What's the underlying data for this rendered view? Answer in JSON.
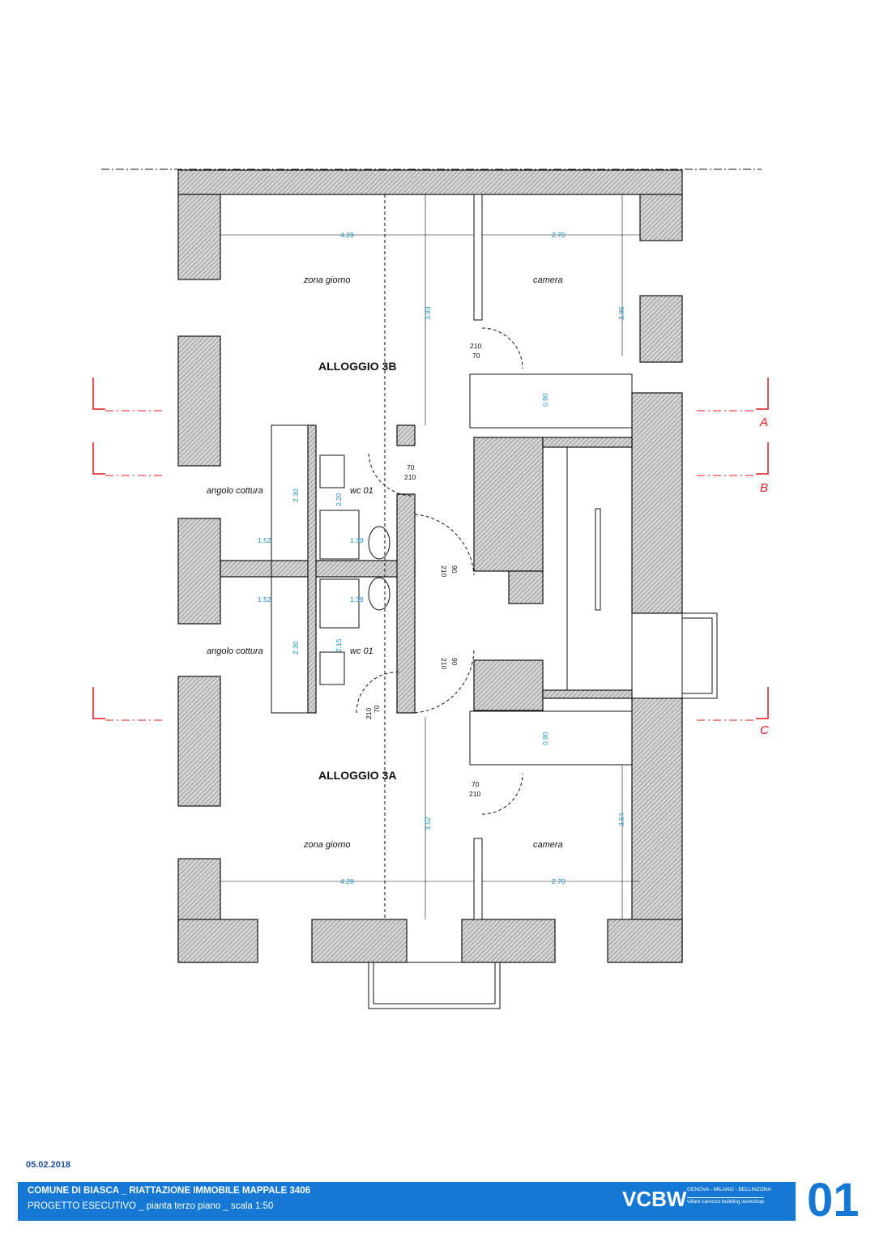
{
  "plan": {
    "units": [
      "ALLOGGIO 3B",
      "ALLOGGIO 3A"
    ],
    "rooms": {
      "zona_giorno": "zona giorno",
      "camera": "camera",
      "angolo_cottura": "angolo cottura",
      "wc": "wc 01"
    },
    "dimensions": {
      "b_width_left": "4.29",
      "b_width_right": "2.70",
      "b_depth_left": "3.93",
      "b_depth_right": "3.95",
      "b_kitchen_depth": "2.30",
      "b_wc_depth": "2.20",
      "b_kitchen_width": "1.52",
      "b_wc_width": "1.39",
      "a_width_left": "4.29",
      "a_width_right": "2.70",
      "a_depth_left": "3.52",
      "a_depth_right": "3.54",
      "a_kitchen_depth": "2.30",
      "a_wc_depth": "2.15",
      "a_kitchen_width": "1.52",
      "a_wc_width": "1.39",
      "stair_b": "0.90",
      "stair_a": "0.90"
    },
    "doors": {
      "d1_w": "210",
      "d1_h": "70",
      "d2_w": "70",
      "d2_h": "210",
      "d3_w": "90",
      "d3_h": "210",
      "d4_w": "90",
      "d4_h": "210",
      "d5_w": "210",
      "d5_h": "70",
      "d6_w": "70",
      "d6_h": "210"
    },
    "sections": [
      "A",
      "B",
      "C"
    ]
  },
  "footer": {
    "date": "05.02.2018",
    "title": "COMUNE DI BIASCA _ RIATTAZIONE IMMOBILE MAPPALE 3406",
    "subtitle": "PROGETTO ESECUTIVO _ pianta terzo piano _ scala 1:50",
    "logo": "VCBW",
    "cities": "GENOVA - MILANO - BELLINZONA",
    "tagline": "villani carenzo building workshop",
    "sheet": "01"
  },
  "colors": {
    "accent": "#1478d4",
    "dimension": "#1a8fc0",
    "section": "#e0191e"
  }
}
